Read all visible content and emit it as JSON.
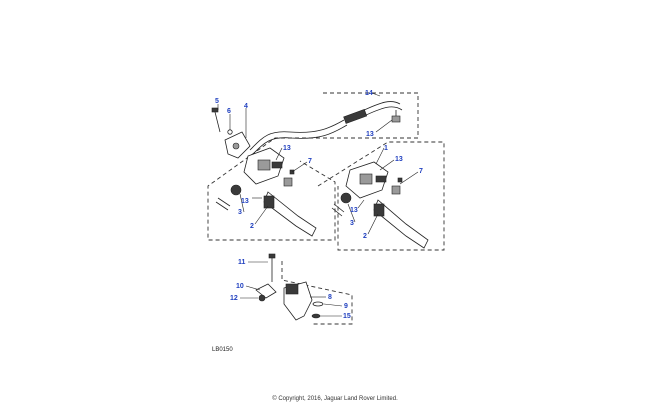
{
  "diagram": {
    "reference_code": "LB0150",
    "copyright": "© Copyright, 2016, Jaguar Land Rover Limited.",
    "callout_color": "#1f3fbf",
    "callouts": {
      "c14": "14",
      "c13_pipe": "13",
      "c5": "5",
      "c6": "6",
      "c4": "4",
      "c13_left_top": "13",
      "c7_left": "7",
      "c13_left_bottom": "13",
      "c3_left": "3",
      "c2_left": "2",
      "c1": "1",
      "c13_right_top": "13",
      "c7_right": "7",
      "c13_right_bottom": "13",
      "c3_right": "3",
      "c2_right": "2",
      "c11": "11",
      "c10": "10",
      "c12": "12",
      "c8": "8",
      "c9": "9",
      "c15": "15"
    }
  }
}
